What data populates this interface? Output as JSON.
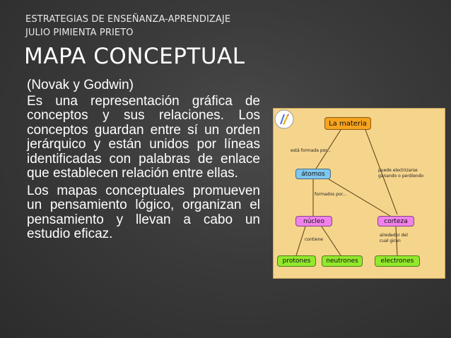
{
  "header": {
    "line1": "ESTRATEGIAS DE ENSEÑANZA-APRENDIZAJE",
    "line2": "JULIO PIMIENTA PRIETO"
  },
  "title": "MAPA CONCEPTUAL",
  "body": {
    "authors": "(Novak y Godwin)",
    "paragraph1": "Es una representación gráfica de conceptos y sus relaciones. Los conceptos guardan entre sí un orden jerárquico y están unidos por líneas identificadas con palabras de enlace que establecen relación entre ellas.",
    "paragraph2": "Los mapas conceptuales promueven un pensamiento lógico, organizan el pensamiento y llevan a cabo un estudio eficaz."
  },
  "concept_map": {
    "nodes": {
      "materia": "La materia",
      "atomos": "átomos",
      "nucleo": "núcleo",
      "corteza": "corteza",
      "protones": "protones",
      "neutrones": "neutrones",
      "electrones": "electrones"
    },
    "links": {
      "formada": "está formada por...",
      "electrizarse_1": "puede electrizarse",
      "electrizarse_2": "ganando o perdiendo",
      "formados": "formados por...",
      "contiene": "contiene",
      "alrededor_1": "alrededor del",
      "alrededor_2": "cual giran"
    },
    "colors": {
      "background": "#f5d48c",
      "main_concept": "#f7a31e",
      "atom": "#7dc6ee",
      "parts": "#f081ea",
      "particles": "#92e82c"
    },
    "icon": "pencil-compass-icon"
  }
}
